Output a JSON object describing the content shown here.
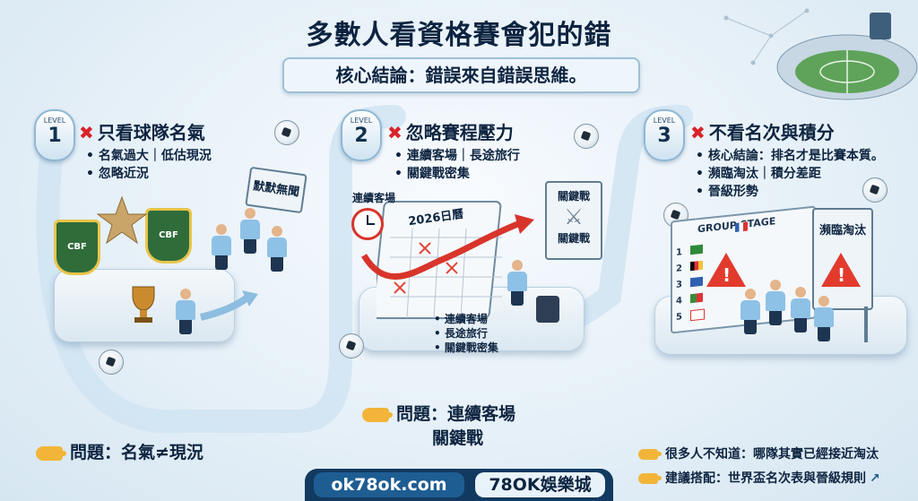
{
  "title": "多數人看資格賽會犯的錯",
  "subtitle": "核心結論：錯誤來自錯誤思維。",
  "steps": [
    {
      "level_label": "LEVEL",
      "level_num": "1",
      "heading": "只看球隊名氣",
      "bullets": [
        "名氣過大｜低估現況",
        "忽略近況"
      ],
      "problem_label": "問題：名氣≠現況",
      "problem_line2": "",
      "sign": "默默無聞",
      "badge": "CBF"
    },
    {
      "level_label": "LEVEL",
      "level_num": "2",
      "heading": "忽略賽程壓力",
      "bullets": [
        "連續客場｜長途旅行",
        "關鍵戰密集"
      ],
      "inner_bullets": [
        "連續客場",
        "長途旅行",
        "關鍵戰密集"
      ],
      "calendar_label": "2026日曆",
      "clock_label": "連續客場",
      "sign_top": "關鍵戰",
      "sign_bottom": "關鍵戰",
      "problem_label": "問題：連續客場",
      "problem_line2": "關鍵戰"
    },
    {
      "level_label": "LEVEL",
      "level_num": "3",
      "heading": "不看名次與積分",
      "bullets": [
        "核心結論：排名才是比賽本質。",
        "瀕臨淘汰｜積分差距",
        "晉級形勢"
      ],
      "board_title": "GROUP STAGE",
      "board_rows": [
        "1",
        "2",
        "3",
        "4",
        "5"
      ],
      "sign": "瀕臨淘汰"
    }
  ],
  "tips": [
    "很多人不知道：哪隊其實已經接近淘汰",
    "建議搭配：世界盃名次表與晉級規則"
  ],
  "footer": {
    "site": "ok78ok.com",
    "brand": "78OK娛樂城"
  },
  "colors": {
    "x_mark": "#d8232a",
    "accent": "#1e5d92",
    "warning": "#e23b2e"
  }
}
